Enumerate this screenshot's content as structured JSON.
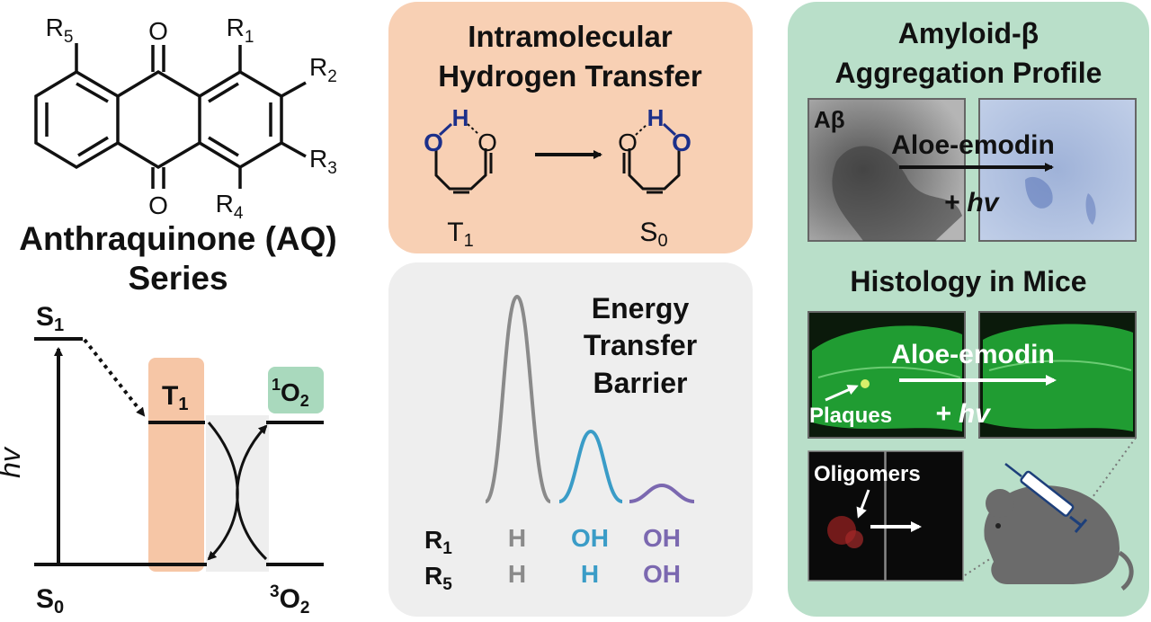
{
  "structure": {
    "subs": [
      "R5",
      "R1",
      "R2",
      "R3",
      "R4"
    ],
    "oxygen_top": "O",
    "oxygen_bottom": "O",
    "title_line1": "Anthraquinone (AQ)",
    "title_line2": "Series"
  },
  "jablonski": {
    "s1": "S",
    "s1_sub": "1",
    "s0": "S",
    "s0_sub": "0",
    "t1": "T",
    "t1_sub": "1",
    "singlet_o2_sup": "1",
    "singlet_o2": "O",
    "singlet_o2_sub": "2",
    "triplet_o2_sup": "3",
    "triplet_o2": "O",
    "triplet_o2_sub": "2",
    "hv": "hv"
  },
  "iht_panel": {
    "title_line1": "Intramolecular",
    "title_line2": "Hydrogen Transfer",
    "atom_o": "O",
    "atom_h": "H",
    "state_left": "T",
    "state_left_sub": "1",
    "state_right": "S",
    "state_right_sub": "0",
    "colors": {
      "bg": "#f8d0b4",
      "highlight": "#1c2f8a"
    }
  },
  "barrier_panel": {
    "title_line1": "Energy",
    "title_line2": "Transfer",
    "title_line3": "Barrier",
    "row1_label": "R",
    "row1_sub": "1",
    "row2_label": "R",
    "row2_sub": "5",
    "columns": [
      {
        "r1": "H",
        "r5": "H",
        "color": "#8a8a8a"
      },
      {
        "r1": "OH",
        "r5": "H",
        "color": "#3a9cc7"
      },
      {
        "r1": "OH",
        "r5": "OH",
        "color": "#7b68b0"
      }
    ],
    "colors": {
      "bg": "#eeeeee"
    }
  },
  "amyloid_panel": {
    "title_line1": "Amyloid-β",
    "title_line2": "Aggregation Profile",
    "abeta_label": "Aβ",
    "compound1": "Aloe-emodin",
    "plus_hv1": "+ hv",
    "histology_title": "Histology in Mice",
    "compound2": "Aloe-emodin",
    "plus_hv2": "+ hv",
    "plaques_label": "Plaques",
    "oligomers_label": "Oligomers",
    "colors": {
      "bg": "#b9dfc9",
      "stain": "#25b43a"
    }
  }
}
